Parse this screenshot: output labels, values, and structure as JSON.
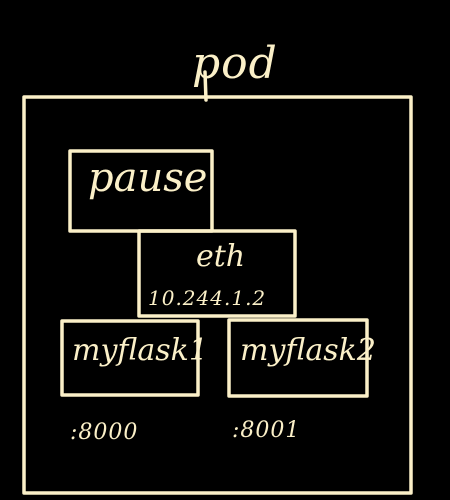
{
  "diagram": {
    "title": "pod",
    "stroke_color": "#fbf0c8",
    "background_color": "#000000",
    "pause": {
      "label": "pause"
    },
    "network": {
      "label": "eth",
      "ip": "10.244.1.2"
    },
    "containers": [
      {
        "label": "myflask1",
        "port": ":8000"
      },
      {
        "label": "myflask2",
        "port": ":8001"
      }
    ]
  }
}
